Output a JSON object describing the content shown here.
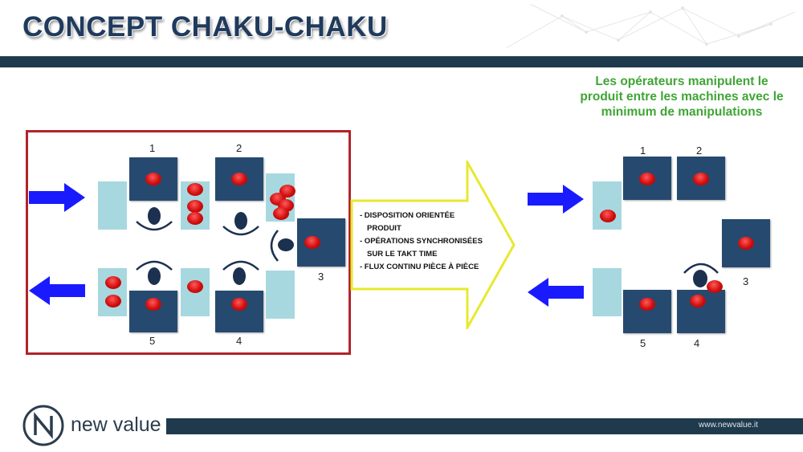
{
  "header": {
    "title": "CONCEPT CHAKU-CHAKU"
  },
  "subtitle": "Les opérateurs manipulent le produit entre les machines avec le minimum de manipulations",
  "left_cell": {
    "machine_labels": [
      "1",
      "2",
      "3",
      "4",
      "5"
    ]
  },
  "arrow_box": {
    "bullets": [
      "- DISPOSITION ORIENTÉE",
      "PRODUIT",
      "- OPÉRATIONS SYNCHRONISÉES",
      "SUR LE TAKT TIME",
      "- FLUX CONTINU PIÈCE À PIÈCE"
    ]
  },
  "right_cell": {
    "machine_labels": [
      "1",
      "2",
      "3",
      "4",
      "5"
    ]
  },
  "footer": {
    "brand": "new value",
    "url": "www.newvalue.it"
  },
  "colors": {
    "title": "#1f3a5c",
    "machine": "#264a6f",
    "buffer": "#a7d8e0",
    "part": "#d10d0d",
    "flow_arrow": "#1a1aff",
    "frame": "#b3232a",
    "subtitle": "#3fa535",
    "big_arrow_border": "#e8e830"
  }
}
